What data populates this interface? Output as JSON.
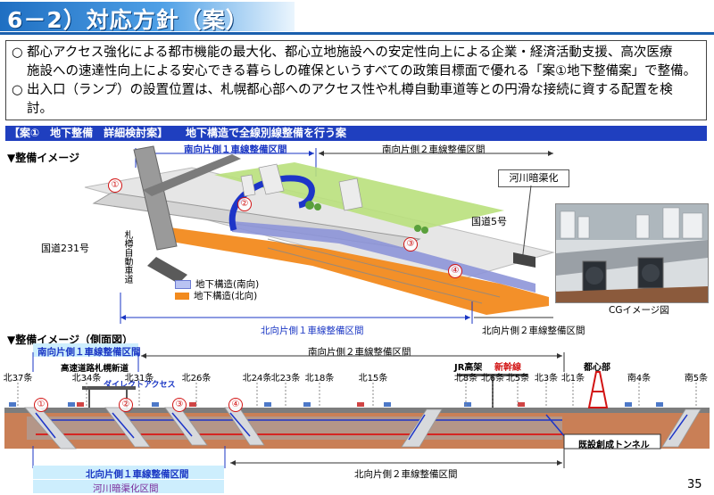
{
  "title": "6－2）対応方針（案）",
  "summary": {
    "bullet_mark": "○",
    "line1": "都心アクセス強化による都市機能の最大化、都心立地施設への安定性向上による企業・経済活動支援、高次医療",
    "line2": "施設への速達性向上による安心できる暮らしの確保というすべての政策目標面で優れる「案①地下整備案」で整備。",
    "line3": "出入口（ランプ）の設置位置は、札幌都心部へのアクセス性や札樽自動車道等との円滑な接続に資する配置を検",
    "line4": "討。"
  },
  "band": {
    "left": "【案①　地下整備　詳細検討案】",
    "right": "地下構造で全線別線整備を行う案"
  },
  "overview": {
    "heading": "▼整備イメージ",
    "top_section_1": "南向片側１車線整備区間",
    "top_section_2": "南向片側２車線整備区間",
    "bottom_section_1": "北向片側１車線整備区間",
    "bottom_section_2": "北向片側２車線整備区間",
    "route231": "国道231号",
    "route5": "国道5号",
    "expressway": "札樽自動車道",
    "river_callout": "河川暗渠化",
    "legend_south": "地下構造(南向)",
    "legend_north": "地下構造(北向)",
    "cg_caption": "CGイメージ図",
    "markers": [
      "①",
      "②",
      "③",
      "④"
    ]
  },
  "profile": {
    "heading": "▼整備イメージ（側面図）",
    "top_section_1": "南向片側１車線整備区間",
    "top_section_2": "南向片側２車線整備区間",
    "expressway_label": "高速道路札幌新道",
    "direct_access": "ダイレクトアクセス",
    "jr": "JR高架",
    "shinkansen": "新幹線",
    "toshin": "都心部",
    "tunnel": "既設創成トンネル",
    "bottom_section_1": "北向片側１車線整備区間",
    "bottom_section_2": "北向片側２車線整備区間",
    "river_section": "河川暗渠化区間",
    "stations": [
      "北37条",
      "北34条",
      "北31条",
      "北26条",
      "北24条",
      "北23条",
      "北18条",
      "北15条",
      "北8条",
      "北6条",
      "北5条",
      "北3条",
      "北1条",
      "南4条",
      "南5条"
    ],
    "markers": [
      "①",
      "②",
      "③",
      "④"
    ]
  },
  "page_number": "35",
  "colors": {
    "title_blue": "#1f6fc2",
    "band_blue": "#1f3fbf",
    "south_tunnel": "#b9c3f2",
    "north_tunnel": "#f28a1e",
    "ground": "#c97f56",
    "marker_red": "#d21414",
    "highlight": "#cdeefd"
  }
}
